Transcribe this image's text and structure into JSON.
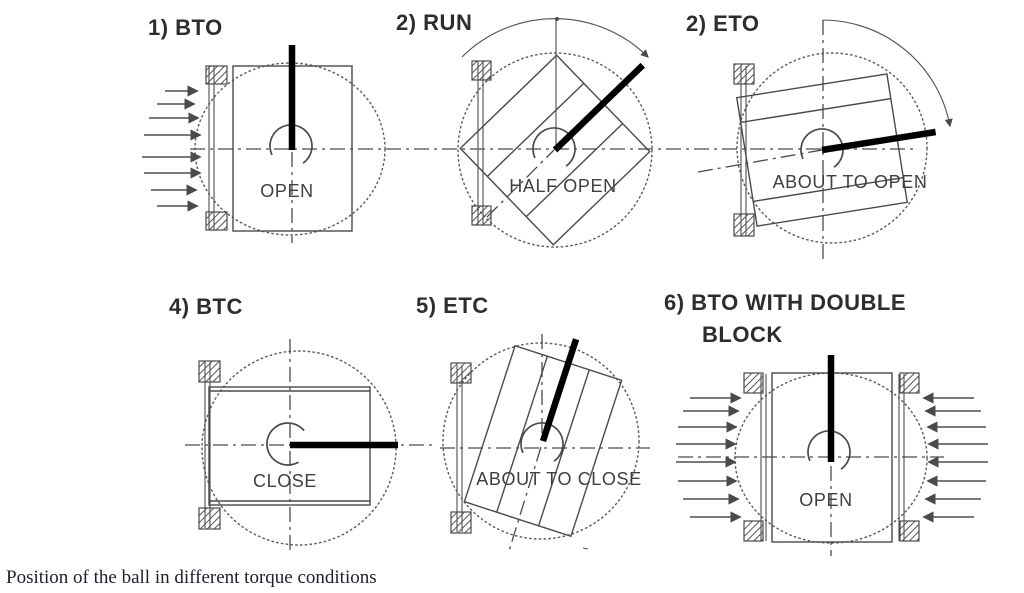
{
  "window": {
    "background": "#ffffff"
  },
  "caption": {
    "text": "Position of the ball in different torque conditions"
  },
  "colors": {
    "line": "#4a4a4a",
    "handle": "#000000",
    "label_text": "#3f3f3f",
    "title_text": "#2d2d2d",
    "caption_text": "#1e1e2d"
  },
  "diagrams": [
    {
      "id": "bto",
      "title": "1) BTO",
      "label": "OPEN"
    },
    {
      "id": "run",
      "title": "2) RUN",
      "label": "HALF OPEN"
    },
    {
      "id": "eto",
      "title": "2) ETO",
      "label": "ABOUT TO OPEN"
    },
    {
      "id": "btc",
      "title": "4) BTC",
      "label": "CLOSE"
    },
    {
      "id": "etc",
      "title": "5) ETC",
      "label": "ABOUT TO CLOSE"
    },
    {
      "id": "bto-double-block",
      "title_line1": "6) BTO WITH DOUBLE",
      "title_line2": "BLOCK",
      "label": "OPEN"
    }
  ]
}
